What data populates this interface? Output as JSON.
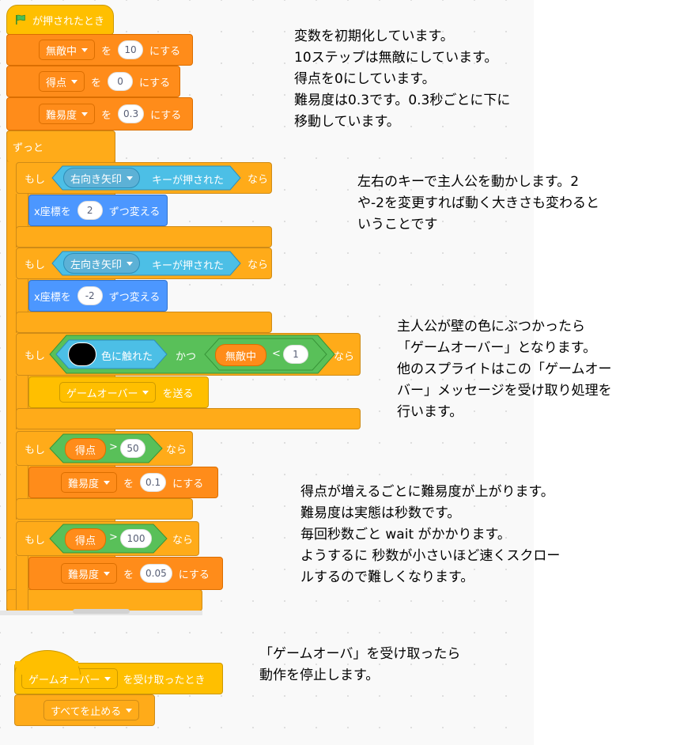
{
  "script1": {
    "hat_label": "が押されたとき",
    "set1": {
      "var": "無敵中",
      "pre": "を",
      "value": "10",
      "post": "にする"
    },
    "set2": {
      "var": "得点",
      "pre": "を",
      "value": "0",
      "post": "にする"
    },
    "set3": {
      "var": "難易度",
      "pre": "を",
      "value": "0.3",
      "post": "にする"
    },
    "forever": "ずっと",
    "if1": {
      "if": "もし",
      "key": "右向き矢印",
      "key_suffix": "キーが押された",
      "then": "なら",
      "move": {
        "pre": "x座標を",
        "value": "2",
        "post": "ずつ変える"
      }
    },
    "if2": {
      "if": "もし",
      "key": "左向き矢印",
      "key_suffix": "キーが押された",
      "then": "なら",
      "move": {
        "pre": "x座標を",
        "value": "-2",
        "post": "ずつ変える"
      }
    },
    "if3": {
      "if": "もし",
      "touch_suffix": "色に触れた",
      "and": "かつ",
      "lhs": "無敵中",
      "op": "<",
      "rhs": "1",
      "then": "なら",
      "broadcast": {
        "msg": "ゲームオーバー",
        "post": "を送る"
      }
    },
    "if4": {
      "if": "もし",
      "lhs": "得点",
      "op": ">",
      "rhs": "50",
      "then": "なら",
      "set": {
        "var": "難易度",
        "pre": "を",
        "value": "0.1",
        "post": "にする"
      }
    },
    "if5": {
      "if": "もし",
      "lhs": "得点",
      "op": ">",
      "rhs": "100",
      "then": "なら",
      "set": {
        "var": "難易度",
        "pre": "を",
        "value": "0.05",
        "post": "にする"
      }
    }
  },
  "script2": {
    "hat_msg": "ゲームオーバー",
    "hat_post": "を受け取ったとき",
    "stop": "すべてを止める"
  },
  "colors": {
    "touch_color": "#000000"
  },
  "notes": {
    "n1": [
      "変数を初期化しています。",
      "10ステップは無敵にしています。",
      "得点を0にしています。",
      "難易度は0.3です。0.3秒ごとに下に",
      "移動しています。"
    ],
    "n2": [
      "左右のキーで主人公を動かします。2",
      "や-2を変更すれば動く大きさも変わると",
      "いうことです"
    ],
    "n3": [
      "主人公が壁の色にぶつかったら",
      "「ゲームオーバー」となります。",
      "他のスプライトはこの「ゲームオー",
      "バー」メッセージを受け取り処理を",
      "行います。"
    ],
    "n4": [
      "得点が増えるごとに難易度が上がります。",
      "難易度は実態は秒数です。",
      "毎回秒数ごと wait がかかります。",
      "ようするに 秒数が小さいほど速くスクロー",
      "ルするので難しくなります。"
    ],
    "n5": [
      "「ゲームオーバ」を受け取ったら",
      "動作を停止します。"
    ]
  }
}
